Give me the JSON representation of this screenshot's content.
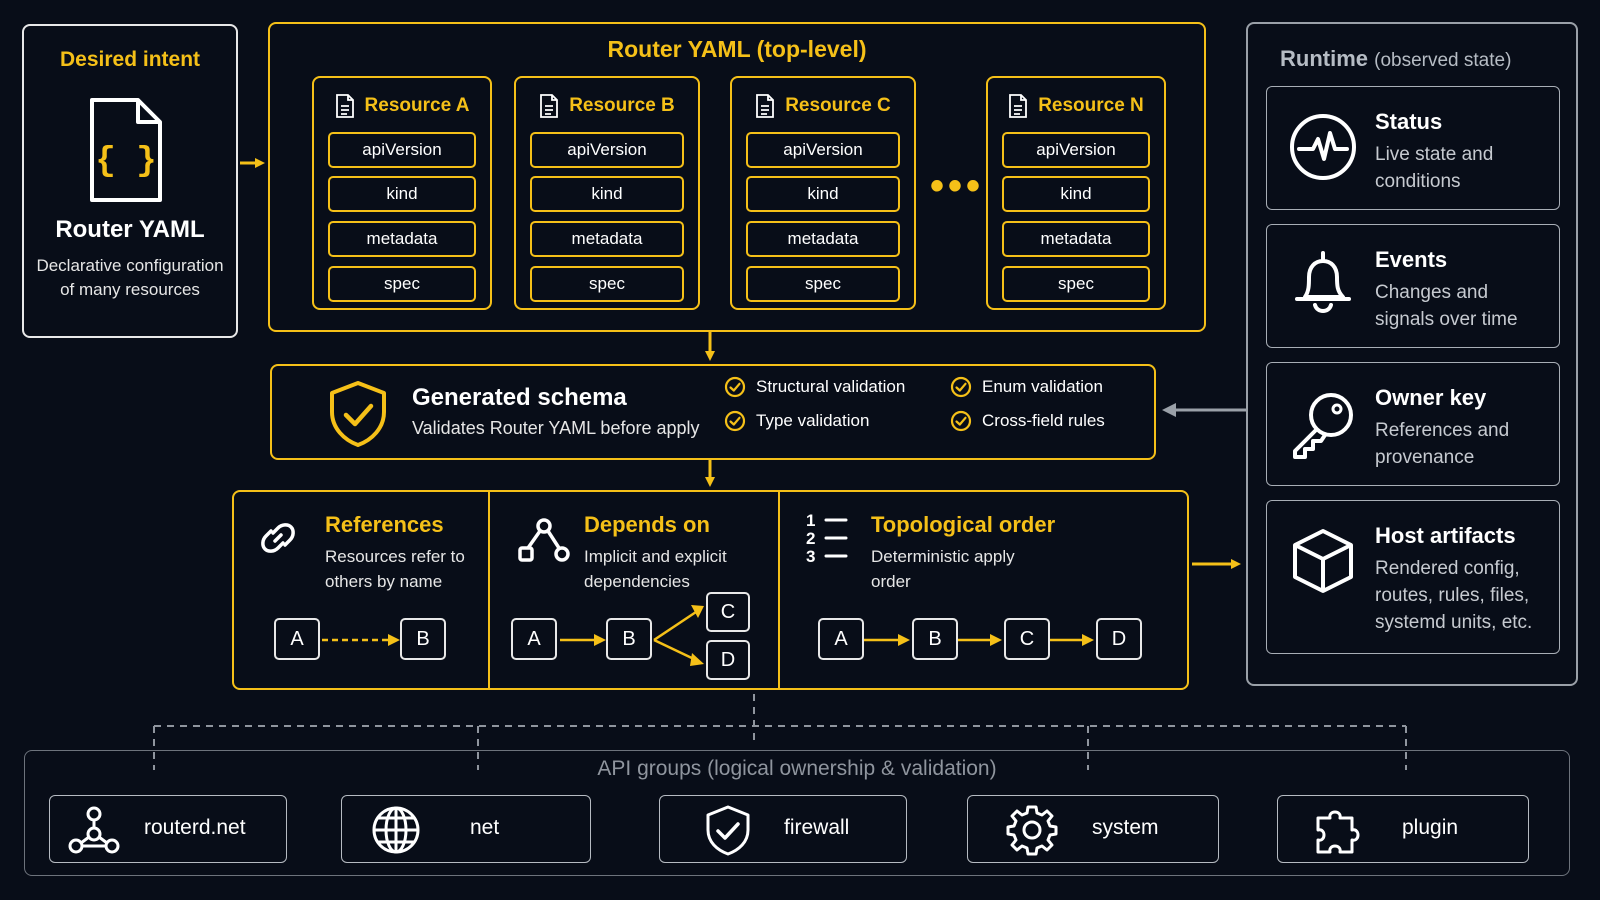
{
  "intent": {
    "title": "Desired intent",
    "name": "Router YAML",
    "description": "Declarative configuration of many resources"
  },
  "router": {
    "heading": "Router YAML (top-level)",
    "ellipsis": "•••",
    "resources": [
      {
        "name": "Resource A",
        "fields": [
          "apiVersion",
          "kind",
          "metadata",
          "spec"
        ]
      },
      {
        "name": "Resource B",
        "fields": [
          "apiVersion",
          "kind",
          "metadata",
          "spec"
        ]
      },
      {
        "name": "Resource C",
        "fields": [
          "apiVersion",
          "kind",
          "metadata",
          "spec"
        ]
      },
      {
        "name": "Resource N",
        "fields": [
          "apiVersion",
          "kind",
          "metadata",
          "spec"
        ]
      }
    ]
  },
  "runtime": {
    "title": "Runtime",
    "subtitle": "(observed state)",
    "cards": [
      {
        "name": "Status",
        "description": "Live state and conditions",
        "icon": "pulse-icon"
      },
      {
        "name": "Events",
        "description": "Changes and signals over time",
        "icon": "bell-icon"
      },
      {
        "name": "Owner key",
        "description": "References and provenance",
        "icon": "key-icon"
      },
      {
        "name": "Host artifacts",
        "description": "Rendered config, routes, rules, files, systemd units, etc.",
        "icon": "cube-icon"
      }
    ]
  },
  "schema": {
    "name": "Generated schema",
    "description": "Validates Router YAML before apply",
    "checks": [
      "Structural validation",
      "Enum validation",
      "Type validation",
      "Cross-field rules"
    ]
  },
  "deps": {
    "references": {
      "title": "References",
      "description": "Resources refer to others by name",
      "nodes": [
        "A",
        "B"
      ]
    },
    "depends_on": {
      "title": "Depends on",
      "description": "Implicit and explicit dependencies",
      "nodes": [
        "A",
        "B",
        "C",
        "D"
      ]
    },
    "topological": {
      "title": "Topological order",
      "description": "Deterministic apply order",
      "list_numbers": [
        "1",
        "2",
        "3"
      ],
      "nodes": [
        "A",
        "B",
        "C",
        "D"
      ]
    }
  },
  "api": {
    "title": "API groups (logical ownership & validation)",
    "groups": [
      {
        "label": "routerd.net",
        "icon": "network-nodes-icon"
      },
      {
        "label": "net",
        "icon": "globe-icon"
      },
      {
        "label": "firewall",
        "icon": "shield-check-icon"
      },
      {
        "label": "system",
        "icon": "gear-icon"
      },
      {
        "label": "plugin",
        "icon": "puzzle-icon"
      }
    ]
  },
  "colors": {
    "accent": "#f5c018",
    "background": "#080d18",
    "runtime_border": "#9aa0a8"
  }
}
